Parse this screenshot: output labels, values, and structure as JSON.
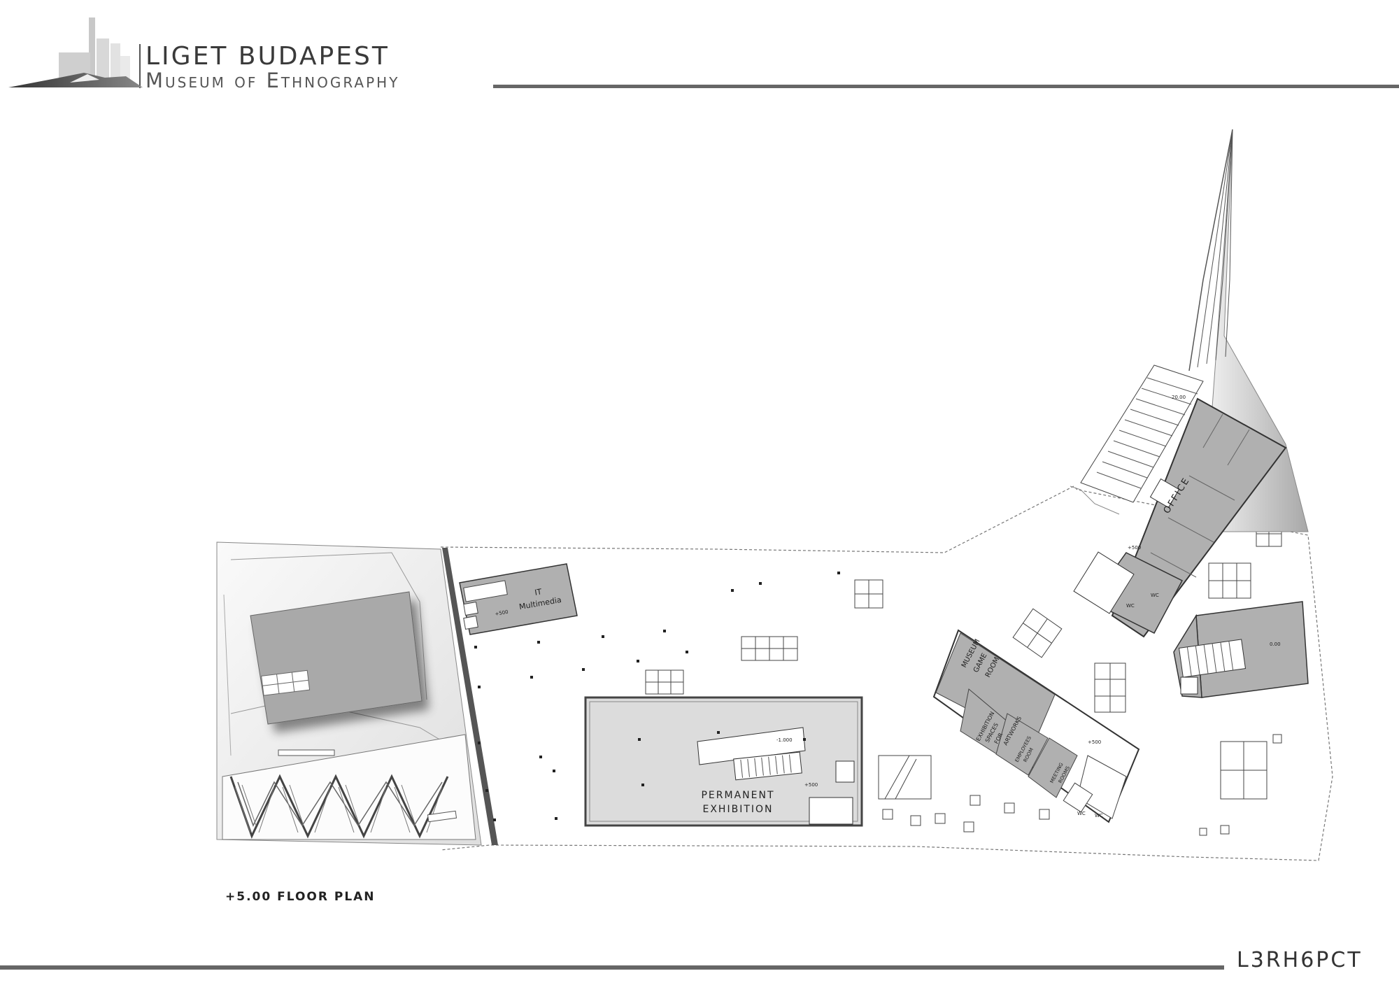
{
  "header": {
    "title": "LIGET BUDAPEST",
    "subtitle": "Museum of Ethnography"
  },
  "rooms": {
    "it_multimedia_1": "IT",
    "it_multimedia_2": "Multimedia",
    "permanent_exhibition_1": "PERMANENT",
    "permanent_exhibition_2": "EXHIBITION",
    "museum_game_room_1": "MUSEUM",
    "museum_game_room_2": "GAME",
    "museum_game_room_3": "ROOM",
    "exhibition_spaces_1": "EXHIBITION",
    "exhibition_spaces_2": "SPACES",
    "exhibition_spaces_3": "FOR",
    "exhibition_spaces_4": "ARTWORKS",
    "employees_room_1": "EMPLOYEES",
    "employees_room_2": "ROOM",
    "meeting_rooms_1": "MEETING",
    "meeting_rooms_2": "ROOMS",
    "office": "OFFICE",
    "wc": "WC"
  },
  "levels": {
    "it": "+500",
    "exhibition_a": "-1.000",
    "exhibition_b": "+500",
    "office": "+500",
    "game": "+500",
    "stair_top": "20.00",
    "right_block": "0.00"
  },
  "plan_caption": "+5.00 FLOOR PLAN",
  "sheet_code": "L3RH6PCT",
  "colors": {
    "room_fill": "#b0b0b0",
    "frame_line": "#666666",
    "background": "#ffffff"
  }
}
